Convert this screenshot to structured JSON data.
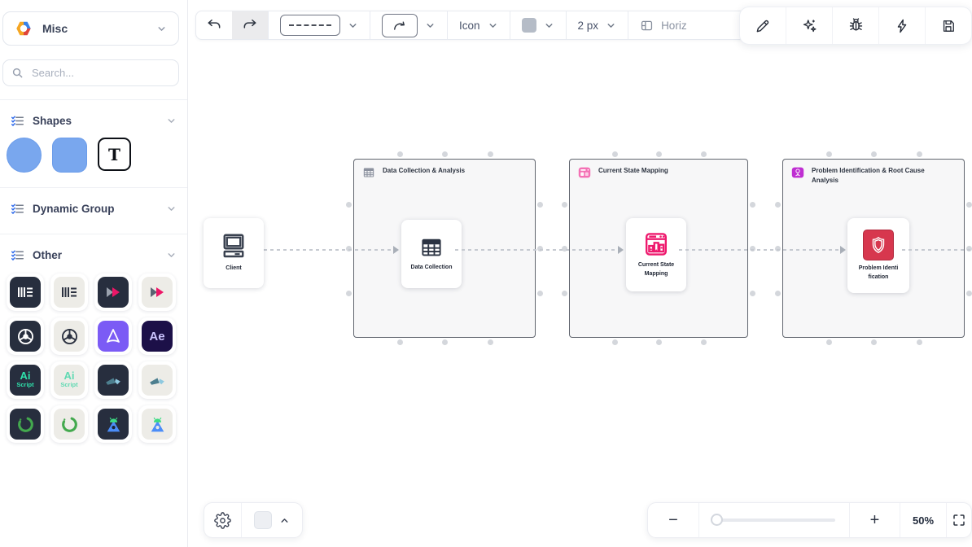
{
  "sidebar": {
    "library": {
      "label": "Misc",
      "icon": "misc-hexagon-logo"
    },
    "search": {
      "placeholder": "Search..."
    },
    "sections": {
      "shapes": {
        "label": "Shapes",
        "items": [
          "circle-shape",
          "rounded-square-shape",
          "text-shape"
        ],
        "text_glyph": "T"
      },
      "dynamic_group": {
        "label": "Dynamic Group"
      },
      "other": {
        "label": "Other",
        "icons": [
          "stripes-dark",
          "stripes-light",
          "forward-arrow-logo-dark",
          "forward-arrow-logo-light",
          "steering-wheel-dark",
          "steering-wheel-light",
          "astro-logo",
          "after-effects-logo",
          "ai-script-dark",
          "ai-script-light",
          "origami-shapes-dark",
          "origami-shapes-light",
          "green-spinner-dark",
          "green-spinner-light",
          "android-studio-dark",
          "android-studio-light"
        ],
        "ae_glyph": "Ae",
        "ai_glyph": "Ai",
        "script_glyph": "Script"
      }
    }
  },
  "toolbar": {
    "undo_icon": "undo-arrow",
    "redo_icon": "redo-arrow",
    "line_style_icon": "dashed-line-preview",
    "connector_style_icon": "curved-arrow",
    "icon_dropdown_label": "Icon",
    "fill_swatch_color": "#b5bcc7",
    "stroke_width_label": "2 px",
    "layout_dropdown_label": "Horiz",
    "floating_tools": [
      "pencil",
      "sparkles",
      "bug",
      "lightning",
      "save"
    ]
  },
  "canvas": {
    "client": {
      "label": "Client",
      "icon": "desktop-computer-icon"
    },
    "groups": [
      {
        "title": "Data Collection & Analysis",
        "header_icon": "table-icon",
        "node_label": "Data Collection",
        "node_icon": "table-icon"
      },
      {
        "title": "Current State Mapping",
        "header_icon": "pink-dashboard-icon",
        "node_label": "Current State Mapping",
        "node_icon": "bar-chart-window-icon",
        "accent": "#ec1568"
      },
      {
        "title": "Problem Identification & Root Cause Analysis",
        "header_icon": "purple-mindmap-icon",
        "node_label": "Problem Identification",
        "node_icon": "red-shield-icon",
        "accent": "#d7374e"
      }
    ]
  },
  "footer": {
    "settings_icon": "gear",
    "shape_style_swatch": "#edeff3",
    "zoom_out_label": "−",
    "zoom_in_label": "+",
    "zoom_level": "50%",
    "fullscreen_icon": "expand-corners"
  },
  "colors": {
    "shape_blue": "#79a7ee",
    "pink_accent": "#ec1568",
    "purple_accent": "#bf2ed2",
    "red_accent": "#d7374e",
    "group_border": "#60656e",
    "group_fill": "#f7f7f8"
  }
}
